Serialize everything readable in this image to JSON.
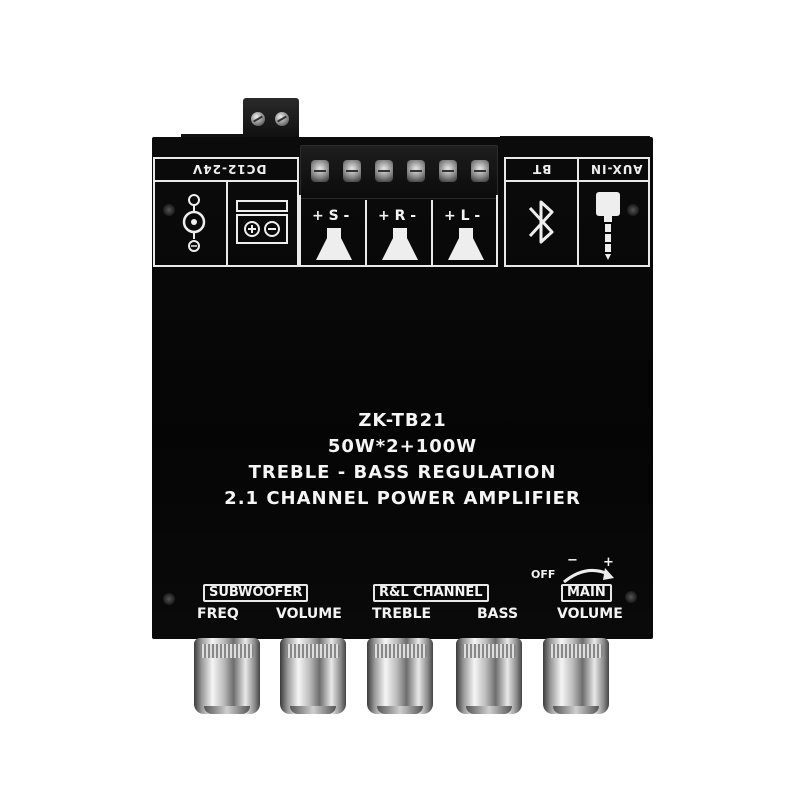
{
  "product": {
    "model": "ZK-TB21",
    "power": "50W*2+100W",
    "feature": "TREBLE - BASS REGULATION",
    "description": "2.1 CHANNEL POWER AMPLIFIER"
  },
  "connectors": {
    "power_label": "DC12-24V",
    "bt_label": "BT",
    "aux_label": "AUX-IN",
    "speaker_channels": [
      "+ S -",
      "+ R -",
      "+ L -"
    ]
  },
  "controls": {
    "subwoofer_group": "SUBWOOFER",
    "rl_group": "R&L CHANNEL",
    "main_group": "MAIN",
    "off_label": "OFF",
    "minus_label": "−",
    "plus_label": "+",
    "knobs": [
      "FREQ",
      "VOLUME",
      "TREBLE",
      "BASS",
      "VOLUME"
    ]
  },
  "icons": [
    "power-jack-icon",
    "power-polarity-icon",
    "speaker-icon",
    "bluetooth-icon",
    "headphone-jack-icon"
  ]
}
